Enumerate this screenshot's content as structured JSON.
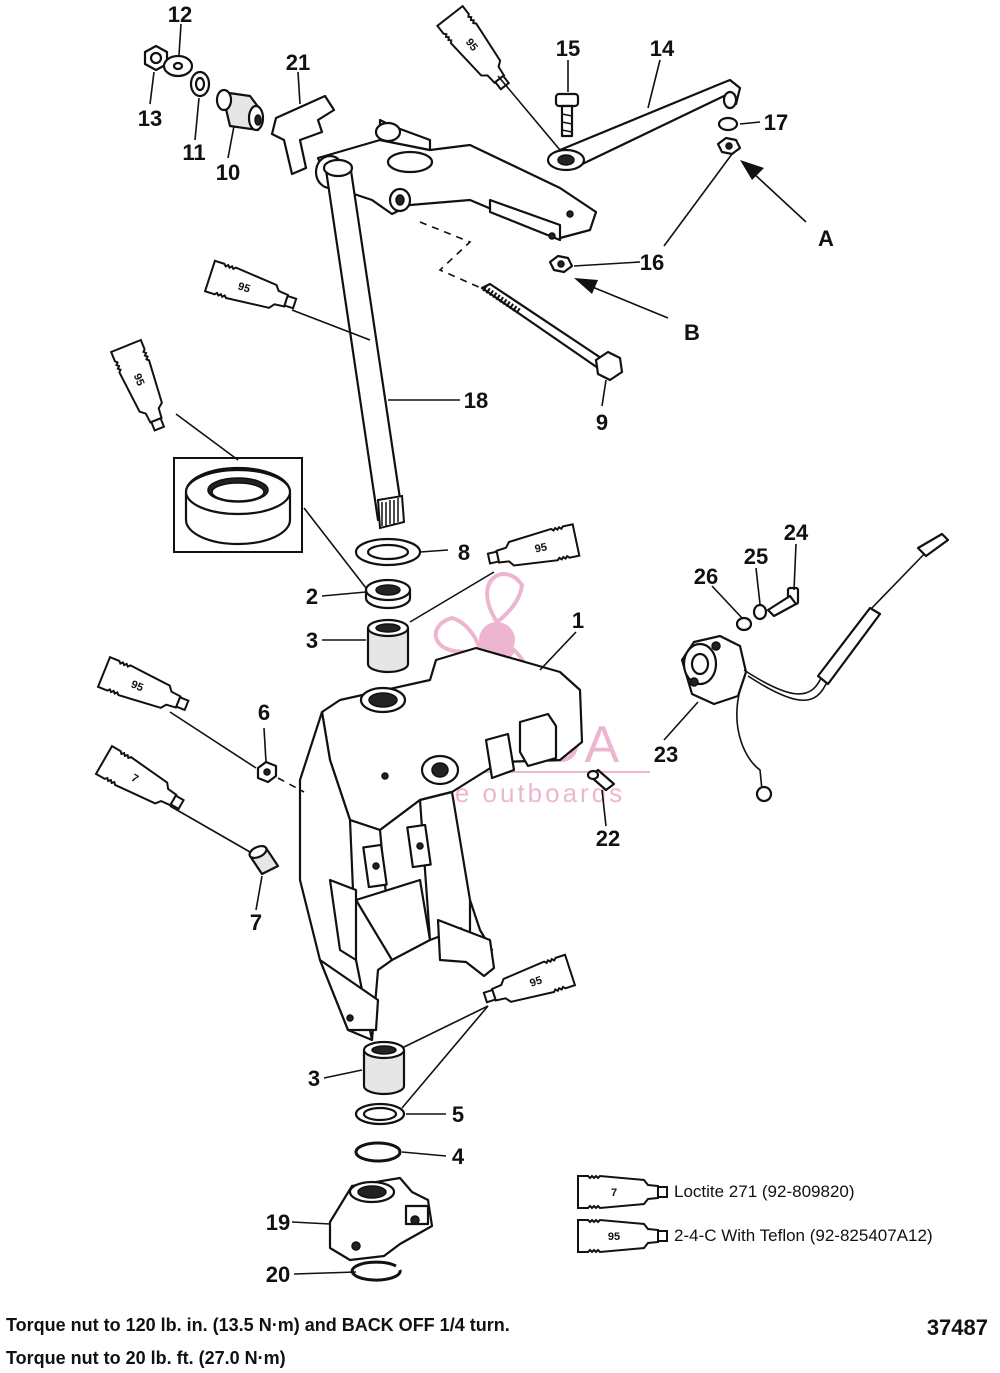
{
  "callouts": {
    "c1": "1",
    "c2": "2",
    "c3a": "3",
    "c3b": "3",
    "c4": "4",
    "c5": "5",
    "c6": "6",
    "c7": "7",
    "c8": "8",
    "c9": "9",
    "c10": "10",
    "c11": "11",
    "c12": "12",
    "c13": "13",
    "c14": "14",
    "c15": "15",
    "c16": "16",
    "c17": "17",
    "c18": "18",
    "c19": "19",
    "c20": "20",
    "c21": "21",
    "c22": "22",
    "c23": "23",
    "c24": "24",
    "c25": "25",
    "c26": "26",
    "cA": "A",
    "cB": "B"
  },
  "tubes": {
    "t95": "95",
    "t7": "7"
  },
  "watermark": {
    "brand": "ARMADA",
    "tagline": "marine outboards",
    "color": "#e07aa8"
  },
  "legend": {
    "loctite_code": "7",
    "loctite_text": "Loctite 271 (92-809820)",
    "teflon_code": "95",
    "teflon_text": "2-4-C  With Teflon (92-825407A12)"
  },
  "notes": {
    "line1": "Torque nut to 120 lb. in. (13.5 N·m) and BACK OFF 1/4 turn.",
    "line2": "Torque nut to 20 lb. ft. (27.0 N·m)"
  },
  "figure_number": "37487"
}
